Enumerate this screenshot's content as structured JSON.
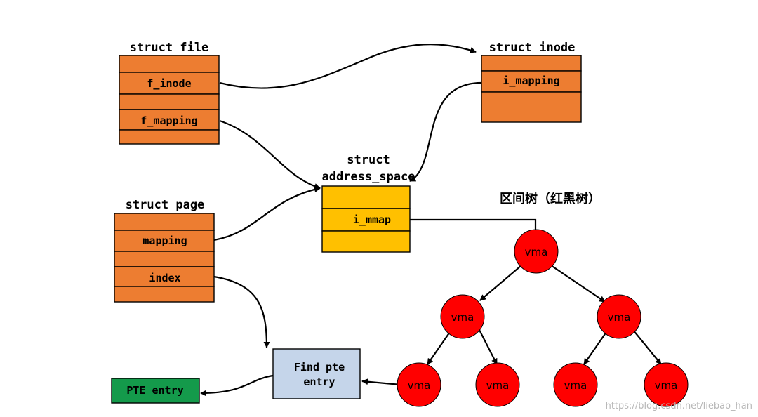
{
  "colors": {
    "struct_box": "#ED7D31",
    "address_space_box": "#FFC000",
    "find_pte_box": "#C5D5EA",
    "pte_box": "#149A4B",
    "vma_node": "#FF0000"
  },
  "struct_file": {
    "title": "struct file",
    "fields": [
      "f_inode",
      "f_mapping"
    ]
  },
  "struct_inode": {
    "title": "struct inode",
    "fields": [
      "i_mapping"
    ]
  },
  "address_space": {
    "title_line1": "struct",
    "title_line2": "address_space",
    "fields": [
      "i_mmap"
    ]
  },
  "struct_page": {
    "title": "struct page",
    "fields": [
      "mapping",
      "index"
    ]
  },
  "interval_tree": {
    "title": "区间树（红黑树）",
    "node_label": "vma"
  },
  "find_pte": {
    "line1": "Find pte",
    "line2": "entry"
  },
  "pte_entry": {
    "label": "PTE entry"
  },
  "watermark": "https://blog.csdn.net/liebao_han"
}
